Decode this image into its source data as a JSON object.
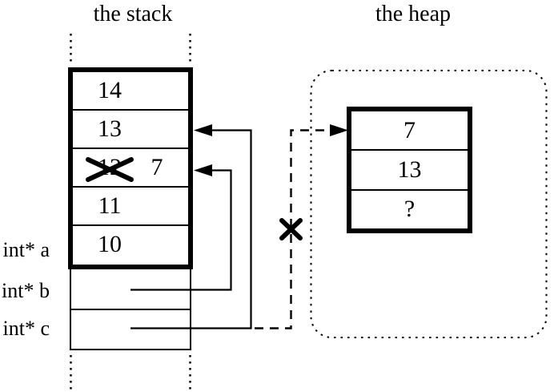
{
  "titles": {
    "stack": "the stack",
    "heap": "the heap"
  },
  "stack": {
    "cells": [
      {
        "value": "14"
      },
      {
        "value": "13"
      },
      {
        "value": "12",
        "crossed_out": true,
        "new_value": "7"
      },
      {
        "value": "11"
      },
      {
        "value": "10"
      }
    ],
    "pointer_labels": [
      "int* a",
      "int* b",
      "int* c"
    ]
  },
  "heap": {
    "cells": [
      {
        "value": "7"
      },
      {
        "value": "13"
      },
      {
        "value": "?"
      }
    ]
  },
  "icons": {
    "x_mark": "✕",
    "arrow_left": "◄",
    "arrow_right": "►"
  },
  "colors": {
    "ink": "#000000",
    "background": "#ffffff"
  }
}
